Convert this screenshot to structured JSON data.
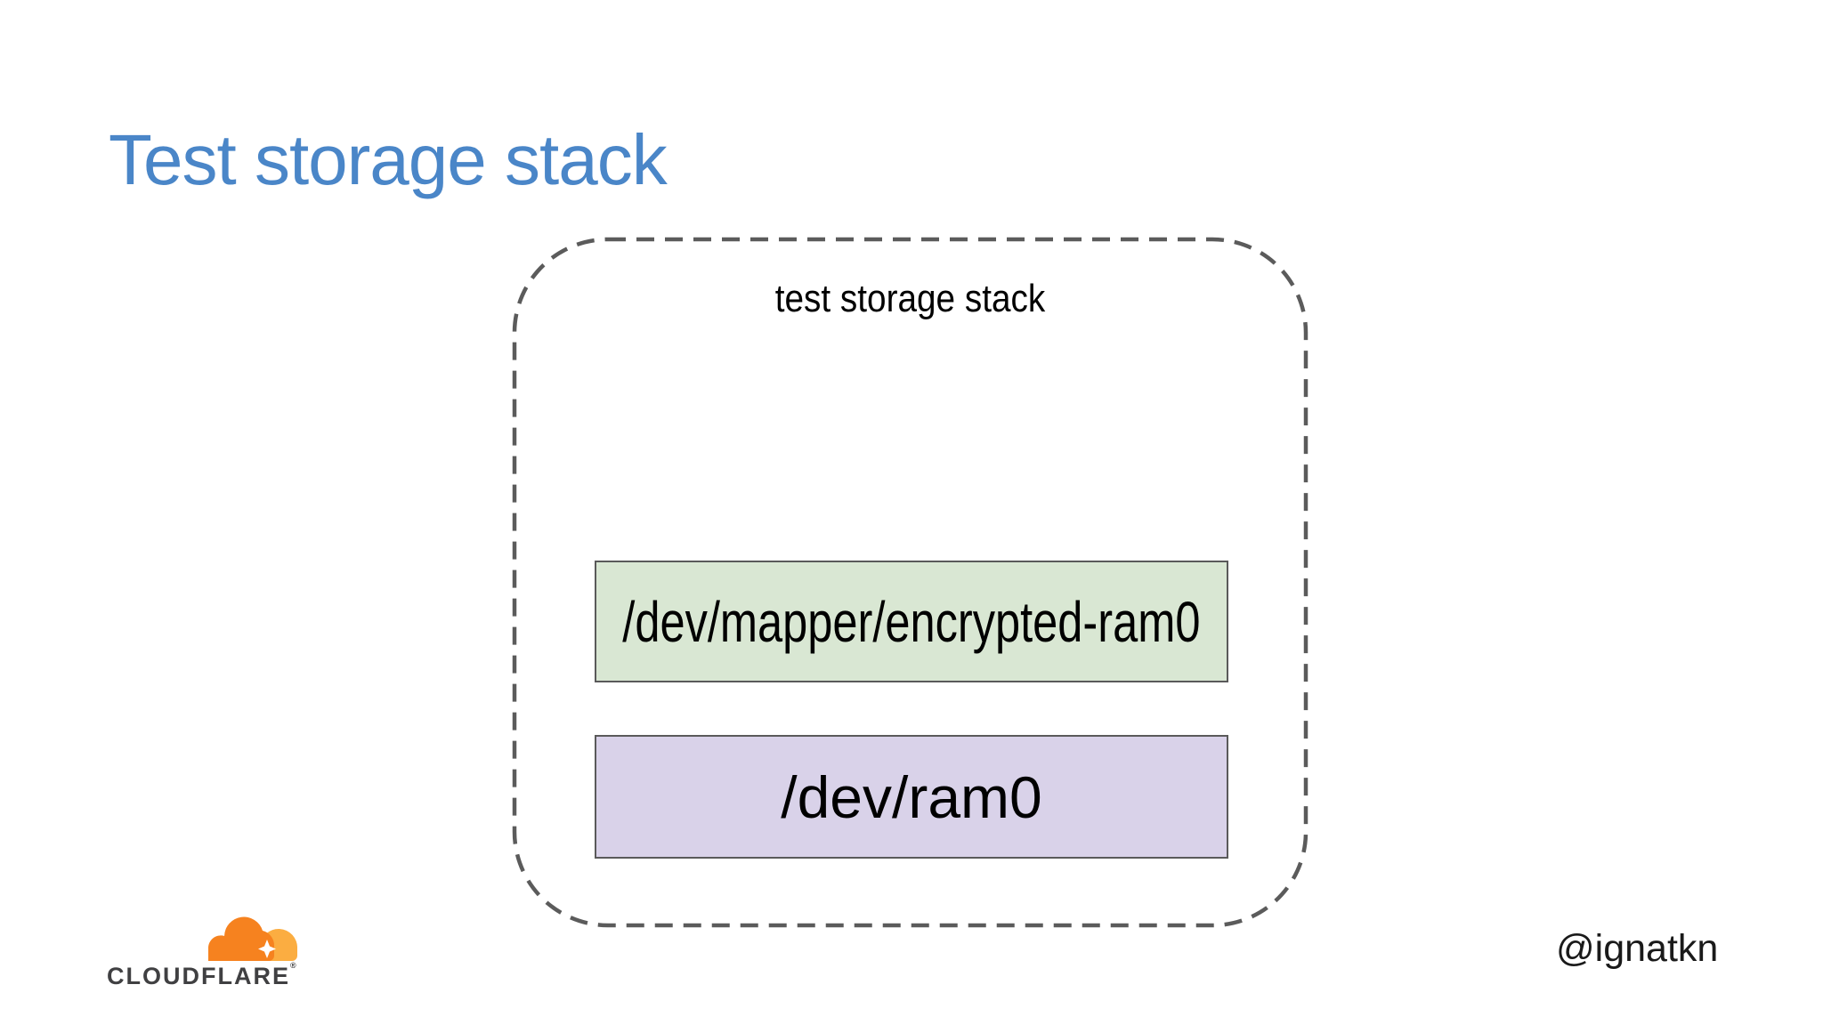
{
  "slide": {
    "title": "Test storage stack",
    "title_color": "#4a86c8",
    "background": "#ffffff"
  },
  "diagram": {
    "frame_label": "test storage stack",
    "frame_border_color": "#5b5b5b",
    "nodes": [
      {
        "label": "/dev/mapper/encrypted-ram0",
        "fill": "#d9e7d3",
        "border_color": "#5a5a5a"
      },
      {
        "label": "/dev/ram0",
        "fill": "#d9d2e9",
        "border_color": "#5a5a5a"
      }
    ]
  },
  "footer": {
    "brand": {
      "wordmark": "CLOUDFLARE",
      "trademark_symbol": "®",
      "cloud_icon": "cloudflare-cloud-icon",
      "cloud_primary": "#f6821f",
      "cloud_secondary": "#fbad41",
      "wordmark_color": "#404042"
    },
    "handle": "@ignatkn"
  }
}
